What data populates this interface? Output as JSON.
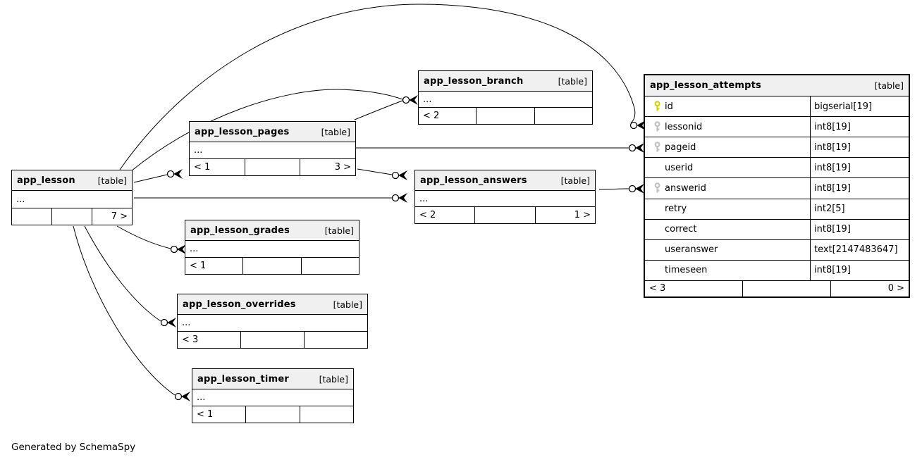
{
  "note": "Generated by SchemaSpy",
  "colors": {
    "primary_key_icon": "#d4d400",
    "foreign_key_icon": "#c0c0c0",
    "header_background": "#f0f0f0",
    "edge": "#000000"
  },
  "tables": {
    "lesson": {
      "name": "app_lesson",
      "tag": "[table]",
      "dots": "...",
      "footer": [
        "",
        "",
        "7 >"
      ]
    },
    "pages": {
      "name": "app_lesson_pages",
      "tag": "[table]",
      "dots": "...",
      "footer": [
        "< 1",
        "",
        "3 >"
      ]
    },
    "branch": {
      "name": "app_lesson_branch",
      "tag": "[table]",
      "dots": "...",
      "footer": [
        "< 2",
        "",
        ""
      ]
    },
    "answers": {
      "name": "app_lesson_answers",
      "tag": "[table]",
      "dots": "...",
      "footer": [
        "< 2",
        "",
        "1 >"
      ]
    },
    "grades": {
      "name": "app_lesson_grades",
      "tag": "[table]",
      "dots": "...",
      "footer": [
        "< 1",
        "",
        ""
      ]
    },
    "overrides": {
      "name": "app_lesson_overrides",
      "tag": "[table]",
      "dots": "...",
      "footer": [
        "< 3",
        "",
        ""
      ]
    },
    "timer": {
      "name": "app_lesson_timer",
      "tag": "[table]",
      "dots": "...",
      "footer": [
        "< 1",
        "",
        ""
      ]
    },
    "attempts": {
      "name": "app_lesson_attempts",
      "tag": "[table]",
      "columns": [
        {
          "icon": "primary-key",
          "name": "id",
          "type": "bigserial[19]"
        },
        {
          "icon": "foreign-key",
          "name": "lessonid",
          "type": "int8[19]"
        },
        {
          "icon": "foreign-key",
          "name": "pageid",
          "type": "int8[19]"
        },
        {
          "icon": "none",
          "name": "userid",
          "type": "int8[19]"
        },
        {
          "icon": "foreign-key",
          "name": "answerid",
          "type": "int8[19]"
        },
        {
          "icon": "none",
          "name": "retry",
          "type": "int2[5]"
        },
        {
          "icon": "none",
          "name": "correct",
          "type": "int8[19]"
        },
        {
          "icon": "none",
          "name": "useranswer",
          "type": "text[2147483647]"
        },
        {
          "icon": "none",
          "name": "timeseen",
          "type": "int8[19]"
        }
      ],
      "footer": [
        "< 3",
        "",
        "0 >"
      ]
    }
  }
}
